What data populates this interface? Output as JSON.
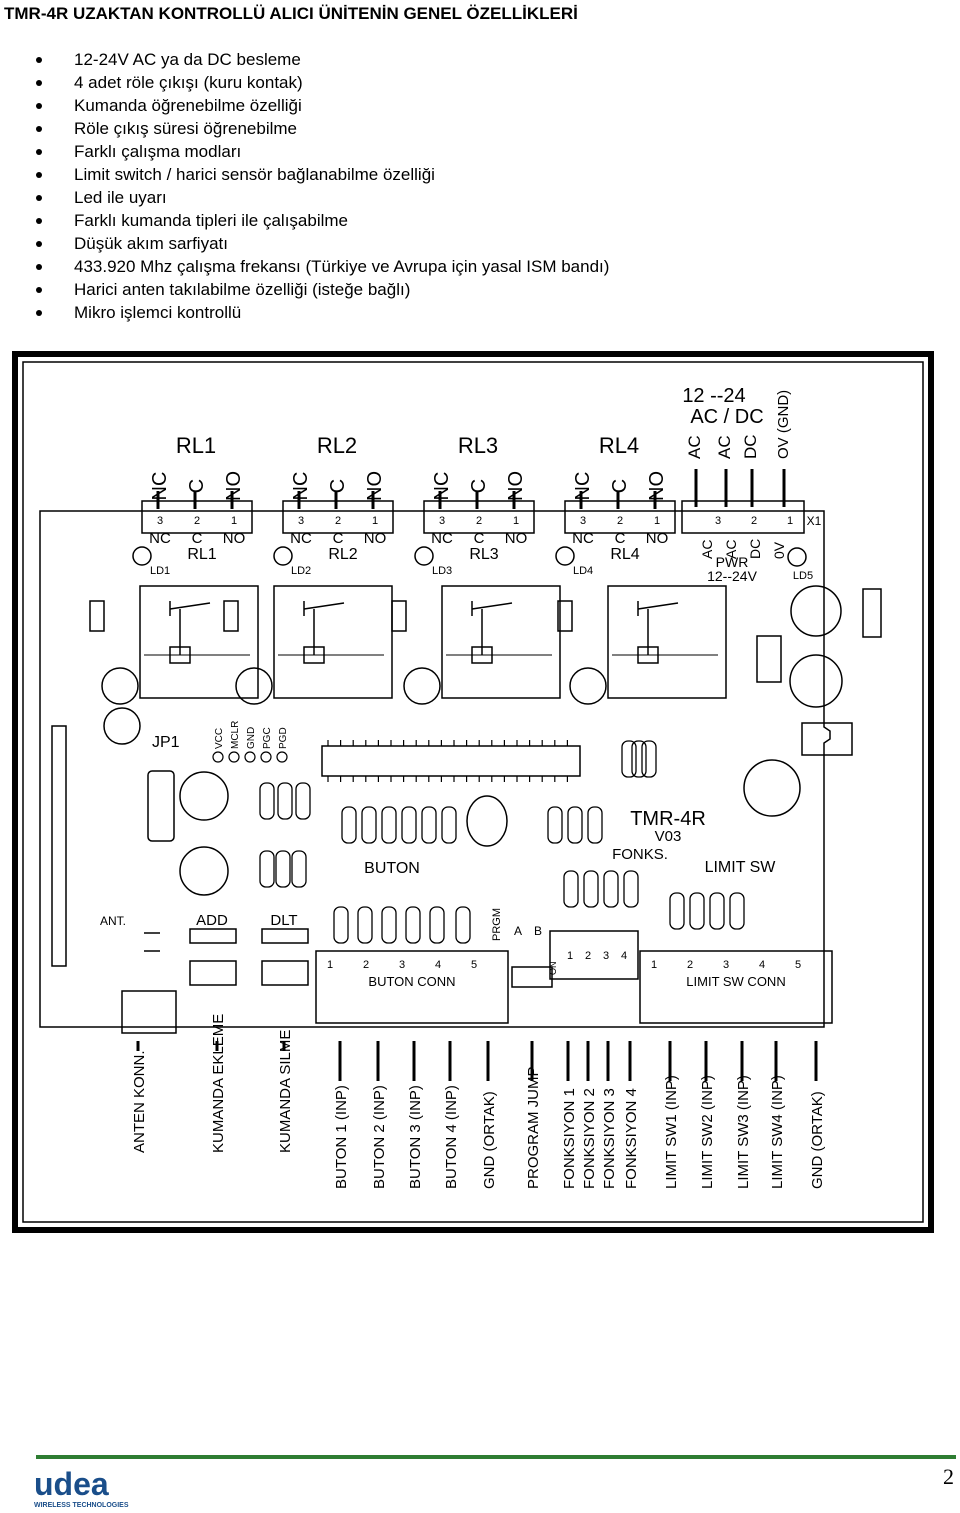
{
  "title": "TMR-4R UZAKTAN KONTROLLÜ ALICI ÜNİTENİN GENEL ÖZELLİKLERİ",
  "features": [
    "12-24V AC ya da DC besleme",
    "4 adet röle çıkışı (kuru kontak)",
    "Kumanda öğrenebilme özelliği",
    "Röle çıkış süresi öğrenebilme",
    "Farklı çalışma modları",
    "Limit switch / harici sensör bağlanabilme özelliği",
    "Led ile uyarı",
    "Farklı kumanda tipleri ile çalışabilme",
    "Düşük akım sarfiyatı",
    "433.920 Mhz çalışma frekansı (Türkiye ve Avrupa için yasal ISM bandı)",
    "Harici anten takılabilme özelliği (isteğe bağlı)",
    "Mikro işlemci kontrollü"
  ],
  "diagram": {
    "relays": [
      {
        "label": "RL1",
        "led": "LD1"
      },
      {
        "label": "RL2",
        "led": "LD2"
      },
      {
        "label": "RL3",
        "led": "LD3"
      },
      {
        "label": "RL4",
        "led": "LD4"
      }
    ],
    "contacts": [
      "NC",
      "C",
      "NO"
    ],
    "pin_numbers": [
      "3",
      "2",
      "1"
    ],
    "power": {
      "heading_1": "12 --24",
      "heading_2": "AC / DC",
      "terminals": [
        "AC",
        "AC",
        "DC",
        "OV (GND)"
      ],
      "board_labels": [
        "AC",
        "AC",
        "DC",
        "0V"
      ],
      "pwr": "PWR",
      "pwr_range": "12--24V",
      "led": "LD5",
      "x1": "X1"
    },
    "board": {
      "jp1": "JP1",
      "prog_pins": [
        "VCC",
        "MCLR",
        "GND",
        "PGC",
        "PGD"
      ],
      "model": "TMR-4R",
      "version": "V03",
      "fonks": "FONKS.",
      "limit_sw": "LIMIT SW",
      "buton": "BUTON",
      "ant": "ANT.",
      "add": "ADD",
      "dlt": "DLT",
      "prgm": "PRGM",
      "a": "A",
      "b": "B",
      "on": "ON",
      "dip_numbers": [
        "1",
        "2",
        "3",
        "4"
      ],
      "conn_numbers": [
        "1",
        "2",
        "3",
        "4",
        "5"
      ],
      "buton_conn": "BUTON CONN",
      "limit_sw_conn": "LIMIT SW CONN"
    },
    "bottom_labels": [
      "ANTEN KONN.",
      "KUMANDA EKLEME",
      "KUMANDA SILME",
      "BUTON 1 (INP)",
      "BUTON 2 (INP)",
      "BUTON 3 (INP)",
      "BUTON 4 (INP)",
      "GND (ORTAK)",
      "PROGRAM JUMP",
      "FONKSIYON 1",
      "FONKSIYON 2",
      "FONKSIYON 3",
      "FONKSIYON 4",
      "LIMIT SW1 (INP)",
      "LIMIT SW2 (INP)",
      "LIMIT SW3 (INP)",
      "LIMIT SW4 (INP)",
      "GND (ORTAK)"
    ]
  },
  "footer": {
    "logo": "udea",
    "logo_sub": "WIRELESS TECHNOLOGIES",
    "page_number": "2",
    "colors": {
      "line": "#2e7d32",
      "logo": "#1a4e8a"
    }
  }
}
